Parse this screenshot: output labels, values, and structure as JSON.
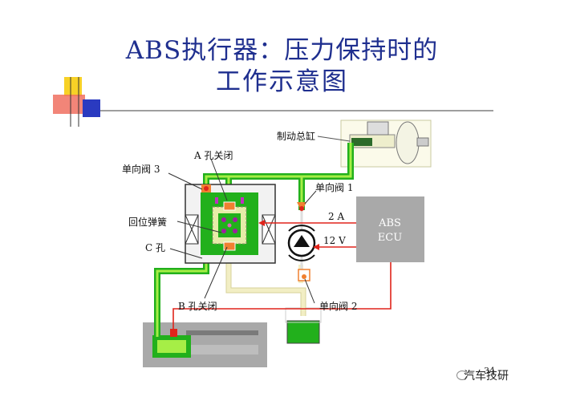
{
  "title": {
    "line1": "ABS执行器：压力保持时的",
    "line2": "工作示意图"
  },
  "labels": {
    "master_cylinder": "制动总缸",
    "hole_a_closed": "A 孔关闭",
    "check_valve_3": "单向阀 3",
    "check_valve_1": "单向阀 1",
    "return_spring": "回位弹簧",
    "hole_c": "C 孔",
    "hole_b_closed": "B 孔关闭",
    "check_valve_2": "单向阀 2",
    "current": "2 A",
    "voltage": "12 V",
    "ecu_line1": "ABS",
    "ecu_line2": "ECU"
  },
  "page_number": "34",
  "watermark": "汽车技研",
  "colors": {
    "title": "#1f2f8f",
    "fluid_green": "#22b01c",
    "light_green": "#a6ee46",
    "housing": "#e6eca8",
    "ecu_box": "#a9a9a9",
    "signal_red": "#e0241b",
    "valve_orange": "#f08030",
    "accent_yellow": "#f7d126",
    "accent_red": "#e43a2c",
    "accent_blue": "#2a3ac0"
  }
}
